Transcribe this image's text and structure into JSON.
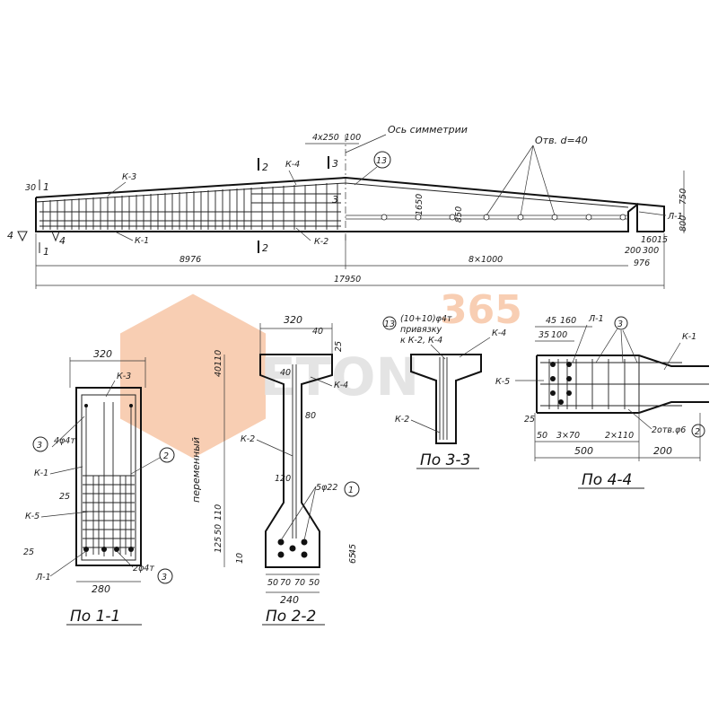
{
  "elevation": {
    "axis_label": "Ось симметрии",
    "holes_label": "Отв. d=40",
    "dims": {
      "d_4x250": "4x250",
      "d_100": "100",
      "d_30": "30",
      "d_750": "750",
      "d_800": "800",
      "d_1650": "1650",
      "d_850": "850",
      "d_8976": "8976",
      "d_8x1000": "8×1000",
      "d_17950": "17950",
      "d_200": "200",
      "d_300": "300",
      "d_976": "976",
      "d_160": "160",
      "d_15": "15"
    },
    "marks": {
      "k3": "К-3",
      "k1": "К-1",
      "k4": "К-4",
      "k2": "К-2",
      "l1": "Л-1"
    },
    "cuts": {
      "c1": "1",
      "c2": "2",
      "c3": "3",
      "c4": "4"
    },
    "callout_13": "13"
  },
  "section_1_1": {
    "title": "По 1-1",
    "dim_top": "320",
    "dim_bottom": "280",
    "dim_25a": "25",
    "dim_25b": "25",
    "marks": {
      "k3": "К-3",
      "k1": "К-1",
      "k5": "К-5",
      "l1": "Л-1"
    },
    "rebar_top": "4φ4т",
    "rebar_bottom": "2φ4т",
    "callout_3a": "3",
    "callout_3b": "3",
    "callout_2": "2"
  },
  "section_2_2": {
    "title": "По 2-2",
    "dim_top": "320",
    "dim_40a": "40",
    "dim_25": "25",
    "dim_40b": "40",
    "dim_80": "80",
    "dim_120": "120",
    "dim_bottom": "240",
    "bottom_parts": [
      "50",
      "70",
      "70",
      "50"
    ],
    "left_dims": [
      "40",
      "110",
      "110",
      "50",
      "125",
      "10"
    ],
    "right_dims": [
      "45",
      "65"
    ],
    "variable_label": "переменный",
    "marks": {
      "k4": "К-4",
      "k2": "К-2"
    },
    "rebar": "5φ22",
    "callout_1": "1"
  },
  "section_3_3": {
    "title": "По 3-3",
    "callout_13": "13",
    "note_line1": "(10+10)φ4т",
    "note_line2": "привязку",
    "note_line3": "к К-2, К-4",
    "marks": {
      "k4": "К-4",
      "k2": "К-2"
    }
  },
  "section_4_4": {
    "title": "По 4-4",
    "dims_top": [
      "45",
      "160",
      "35",
      "100"
    ],
    "dims_bottom": [
      "25",
      "50",
      "3×70",
      "2×110"
    ],
    "dim_500": "500",
    "dim_200": "200",
    "marks": {
      "l1": "Л-1",
      "k1": "К-1",
      "k5": "К-5"
    },
    "rebar": "2отв.φ6",
    "callout_3": "3",
    "callout_2": "2"
  },
  "watermark": {
    "text_main": "ETON",
    "text_num": "365"
  },
  "colors": {
    "ink": "#1a1a1a",
    "watermark": "#f3a776",
    "paper": "#ffffff"
  }
}
